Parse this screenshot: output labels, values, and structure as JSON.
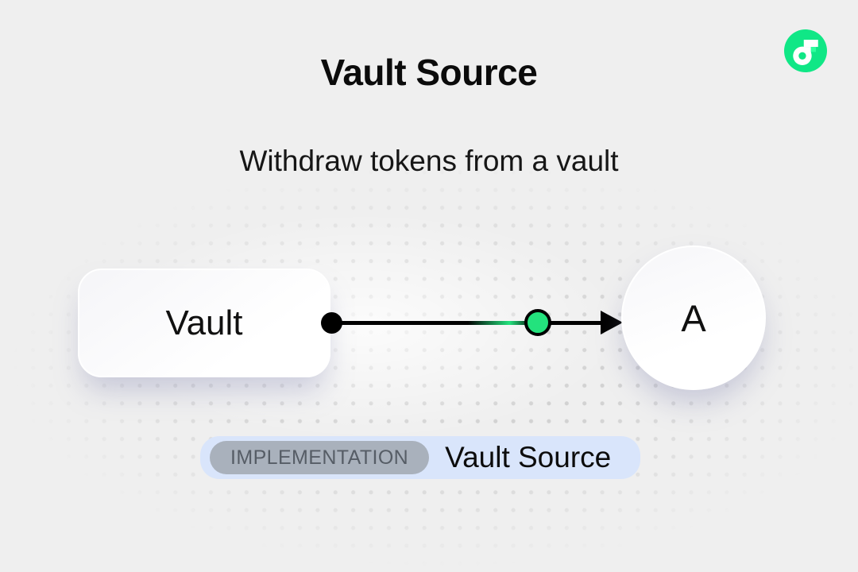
{
  "colors": {
    "bg": "#efefef",
    "dot": "#d2d2d2",
    "text": "#0b0b0b",
    "node-shadow": "rgba(125,128,176,0.35)",
    "connector": "#000000",
    "token-green": "#23e27d",
    "logo-green": "#10e786",
    "logo-notch-green": "#2fff9d",
    "badge-bg": "#d9e5fb",
    "tag-bg": "#a9b1bc",
    "tag-text": "#565d66"
  },
  "header": {
    "title": "Vault Source",
    "subtitle": "Withdraw tokens from a vault"
  },
  "diagram": {
    "vault_node_label": "Vault",
    "account_node_label": "A"
  },
  "badge": {
    "tag_label": "IMPLEMENTATION",
    "name_label": "Vault Source"
  }
}
